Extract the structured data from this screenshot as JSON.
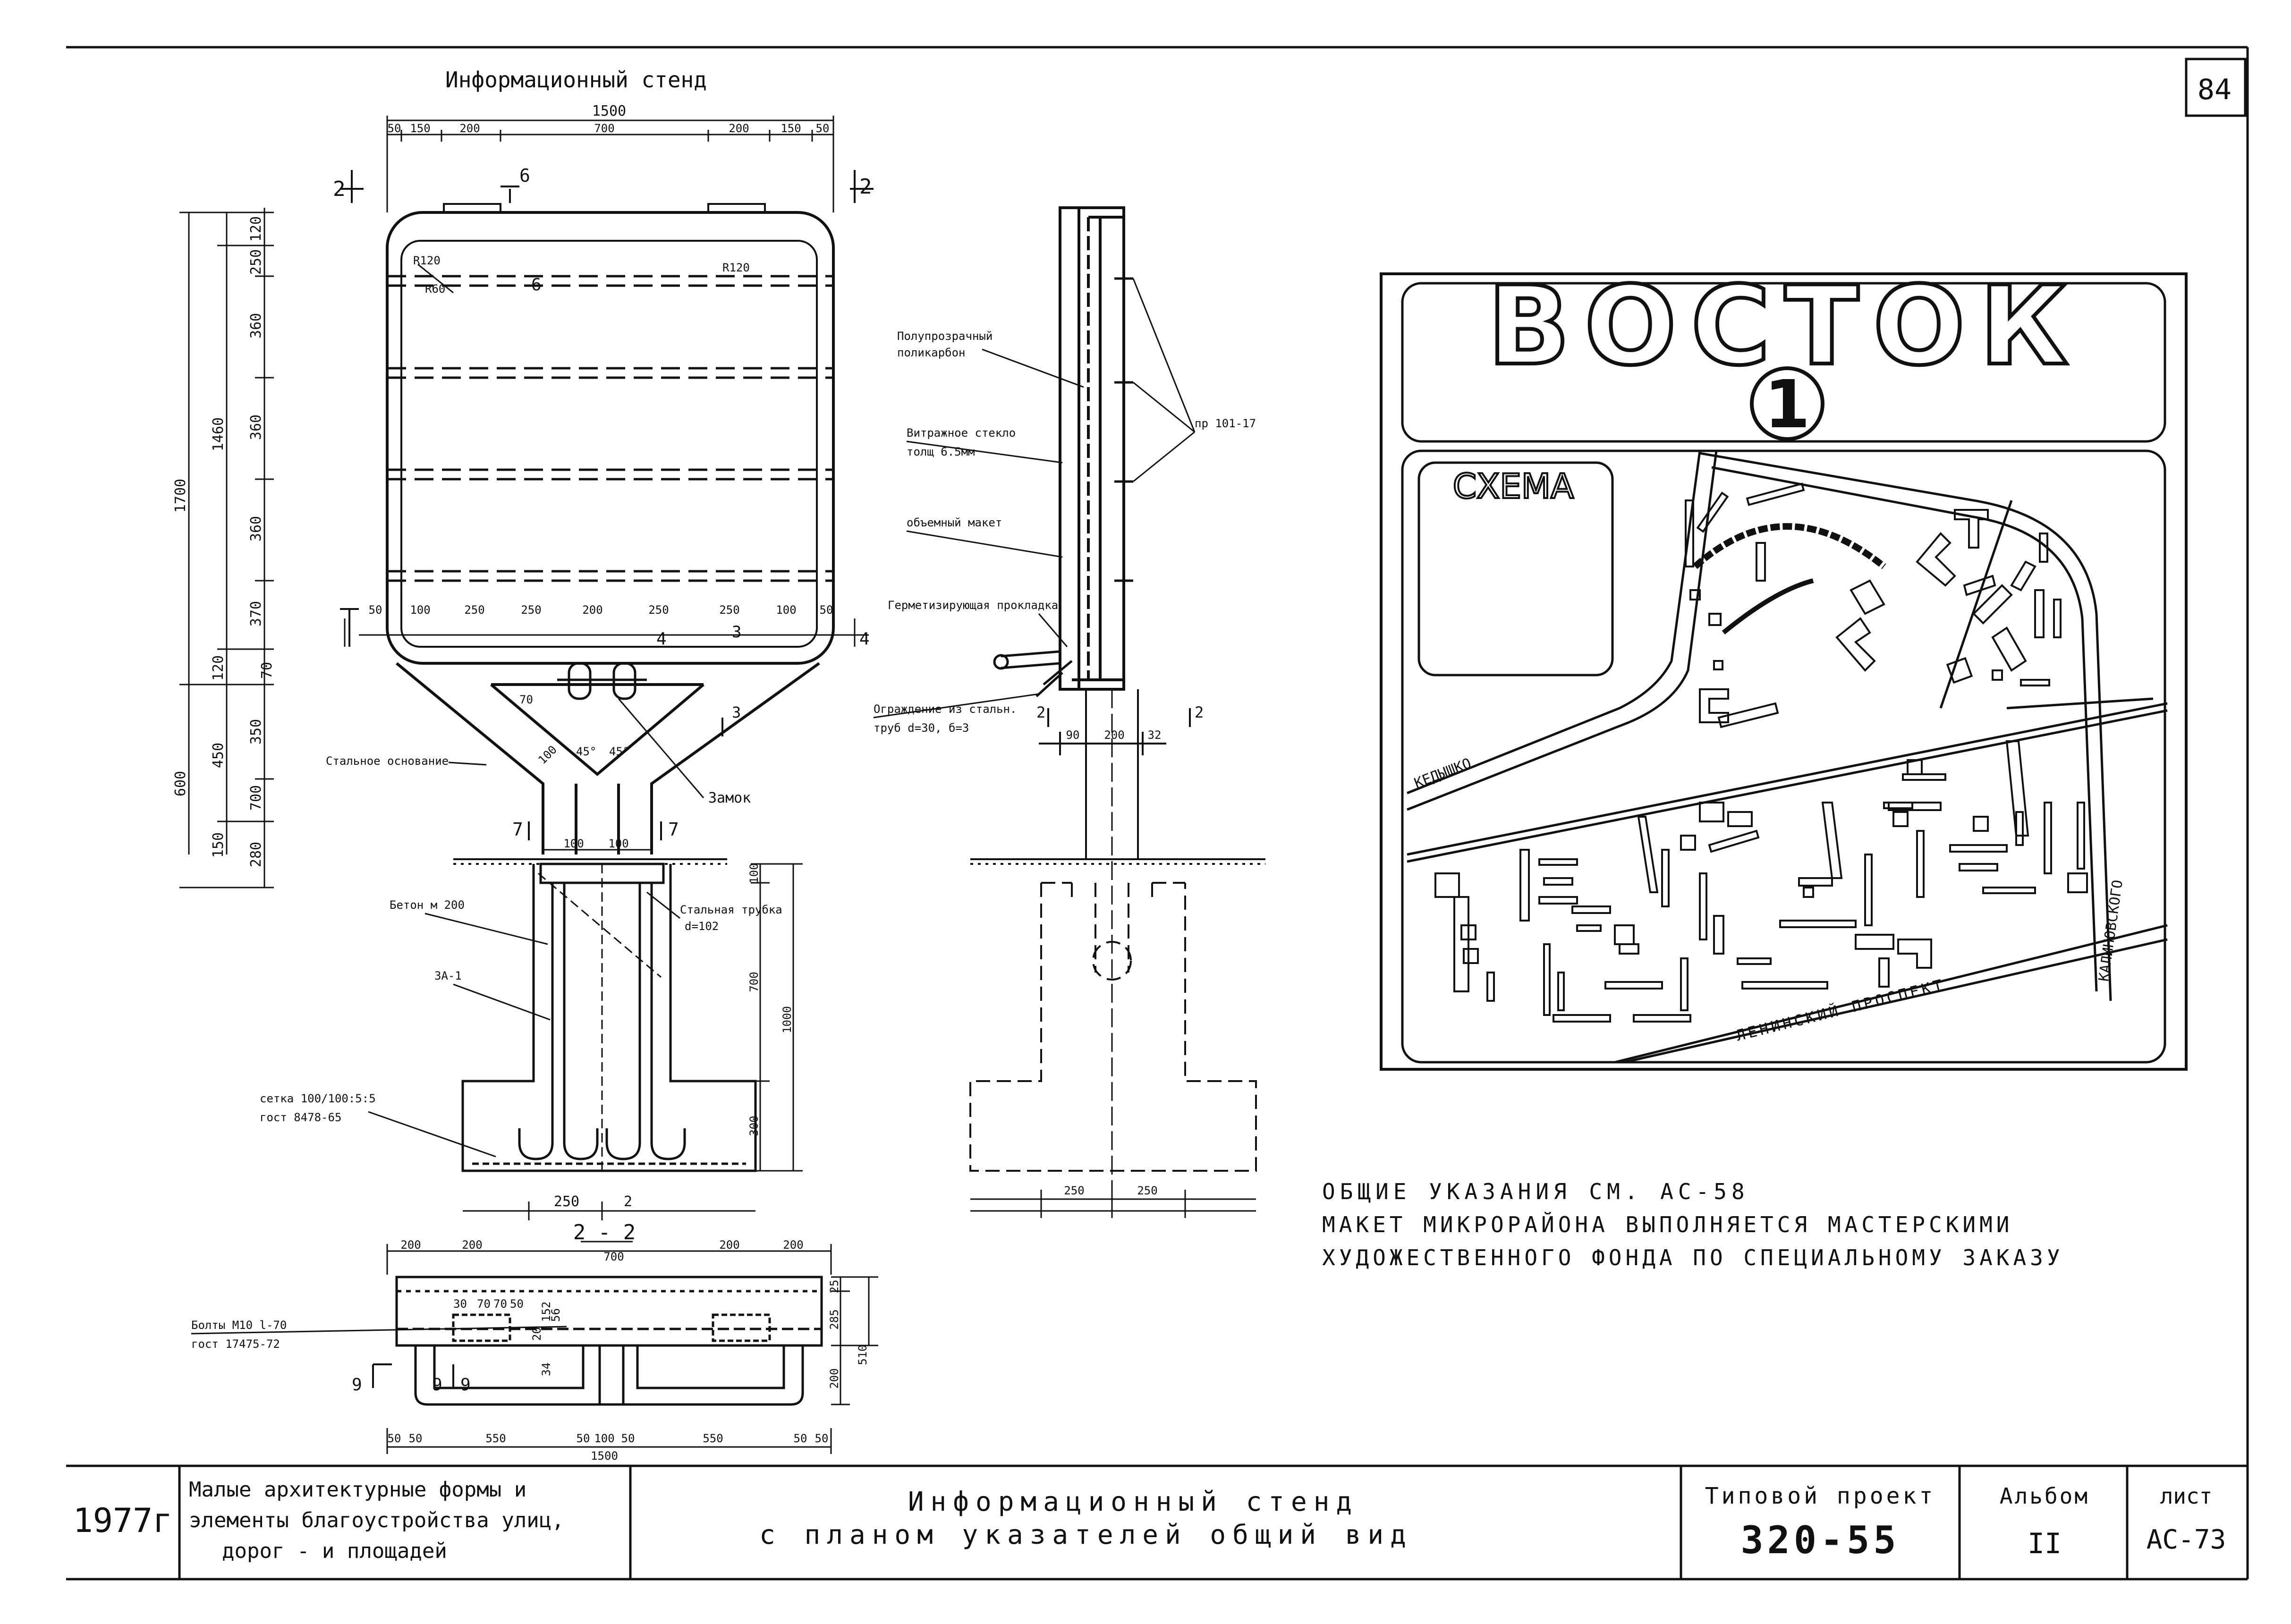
{
  "sheet_number": "84",
  "drawing_title": "Информационный стенд",
  "front_view": {
    "overall_width": "1500",
    "top_dims": [
      "50",
      "150",
      "200",
      "700",
      "200",
      "150",
      "50"
    ],
    "bottom_dims": [
      "50",
      "100",
      "250",
      "250",
      "200",
      "250",
      "250",
      "100",
      "50"
    ],
    "left_dims_outer": [
      "1700",
      "600"
    ],
    "left_dims_mid": [
      "1460",
      "450",
      "150"
    ],
    "left_dims_inner": [
      "120",
      "250",
      "360",
      "360",
      "360",
      "370",
      "120",
      "350",
      "280"
    ],
    "inner_700": "700",
    "radius_outer": "R120",
    "radius_inner": "R60",
    "radius_right": "R120",
    "dim_70a": "70",
    "dim_70b": "70",
    "dim_100a": "100",
    "dim_100b": "100",
    "dim_100c": "100",
    "angle_a": "45°",
    "angle_b": "45°",
    "cut_2l": "2",
    "cut_2r": "2",
    "cut_6": "6",
    "cut_6b": "6",
    "cut_4": "4",
    "cut_4r": "4",
    "cut_3": "3",
    "cut_3b": "3",
    "cut_7l": "7",
    "cut_7r": "7",
    "label_base": "Стальное основание",
    "label_lock": "Замок",
    "label_concrete": "Бетон м 200",
    "label_pipe": "Стальная трубка",
    "label_pipe_d": "d=102",
    "label_za": "ЗА-1",
    "label_mesh1": "сетка 100/100:5:5",
    "label_mesh2": "гост 8478-65",
    "found_dims_right": [
      "100",
      "700",
      "1000",
      "300"
    ],
    "found_dim_250": "250",
    "found_mark_2": "2"
  },
  "section_2_2": {
    "title": "2 - 2",
    "top_dims": [
      "200",
      "200",
      "700",
      "200",
      "200"
    ],
    "inner_small": [
      "30",
      "70",
      "70",
      "50"
    ],
    "right_dims": [
      "25",
      "285",
      "510",
      "200"
    ],
    "inner_right": [
      "20",
      "152",
      "56"
    ],
    "dim_34": "34",
    "bottom_dims": [
      "50",
      "50",
      "550",
      "50",
      "100",
      "50",
      "550",
      "50",
      "50"
    ],
    "bottom_total": "1500",
    "cut_9a": "9",
    "cut_9b": "9",
    "cut_9c": "9",
    "label_bolts1": "Болты М10  l-70",
    "label_bolts2": "гост 17475-72"
  },
  "side_view": {
    "label_1a": "Полупрозрачный",
    "label_1b": "поликарбон",
    "label_2a": "Витражное стекло",
    "label_2b": "толщ 6.5мм",
    "label_3": "объемный макет",
    "label_4": "Герметизирующая прокладка",
    "label_5a": "Ограждение из стальн.",
    "label_5b": "труб d=30, б=3",
    "label_pr": "пр 101-17",
    "dims": [
      "90",
      "200",
      "32"
    ],
    "cut_2a": "2",
    "cut_2b": "2",
    "found_dims": [
      "250",
      "250"
    ]
  },
  "plan_sign": {
    "title": "ВОСТОК",
    "number": "1",
    "scheme_label": "СХЕМА",
    "street_1": "КЕДЫШКО",
    "street_2": "ЛЕНИНСКИЙ ПРОСПЕКТ",
    "street_3": "КАЛИНОВСКОГО"
  },
  "notes": [
    "ОБЩИЕ УКАЗАНИЯ СМ. АС-58",
    "МАКЕТ МИКРОРАЙОНА ВЫПОЛНЯЕТСЯ МАСТЕРСКИМИ",
    "ХУДОЖЕСТВЕННОГО ФОНДА ПО СПЕЦИАЛЬНОМУ ЗАКАЗУ"
  ],
  "title_block": {
    "year": "1977г",
    "category_1": "Малые архитектурные формы и",
    "category_2": "элементы благоустройства улиц,",
    "category_3": "дорог - и площадей",
    "name_1": "Информационный стенд",
    "name_2": "с планом указателей общий вид",
    "project_label": "Типовой проект",
    "project_value": "320-55",
    "album_label": "Альбом",
    "album_value": "II",
    "sheet_label": "лист",
    "sheet_value": "АС-73"
  }
}
